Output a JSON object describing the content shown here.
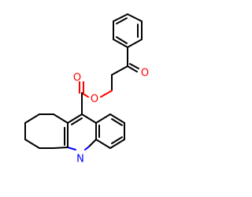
{
  "molecule": {
    "colors": {
      "carbon": "#000000",
      "oxygen": "#ff0000",
      "nitrogen": "#0000ff",
      "background": "#ffffff"
    },
    "atoms": {
      "ketone_oxygen": "O",
      "ester_oxygen": "O",
      "carbonyl_oxygen": "O",
      "ring_nitrogen": "N"
    }
  }
}
